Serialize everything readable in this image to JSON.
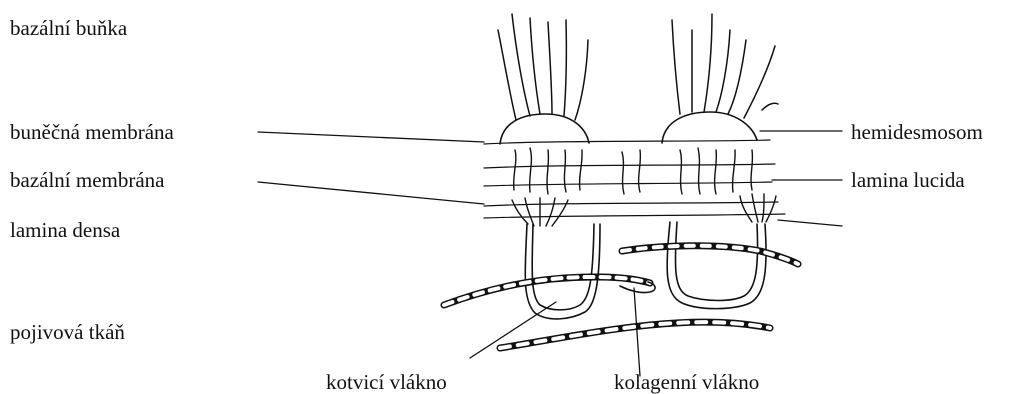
{
  "labels": {
    "basal_cell": "bazální buňka",
    "cell_membrane": "buněčná membrána",
    "basal_membrane": "bazální membrána",
    "lamina_densa": "lamina densa",
    "connective_tissue": "pojivová tkáň",
    "hemidesmosome": "hemidesmosom",
    "lamina_lucida": "lamina lucida",
    "anchoring_fiber": "kotvicí vlákno",
    "collagen_fiber": "kolagenní vlákno"
  },
  "colors": {
    "ink": "#111111",
    "background": "#ffffff"
  }
}
